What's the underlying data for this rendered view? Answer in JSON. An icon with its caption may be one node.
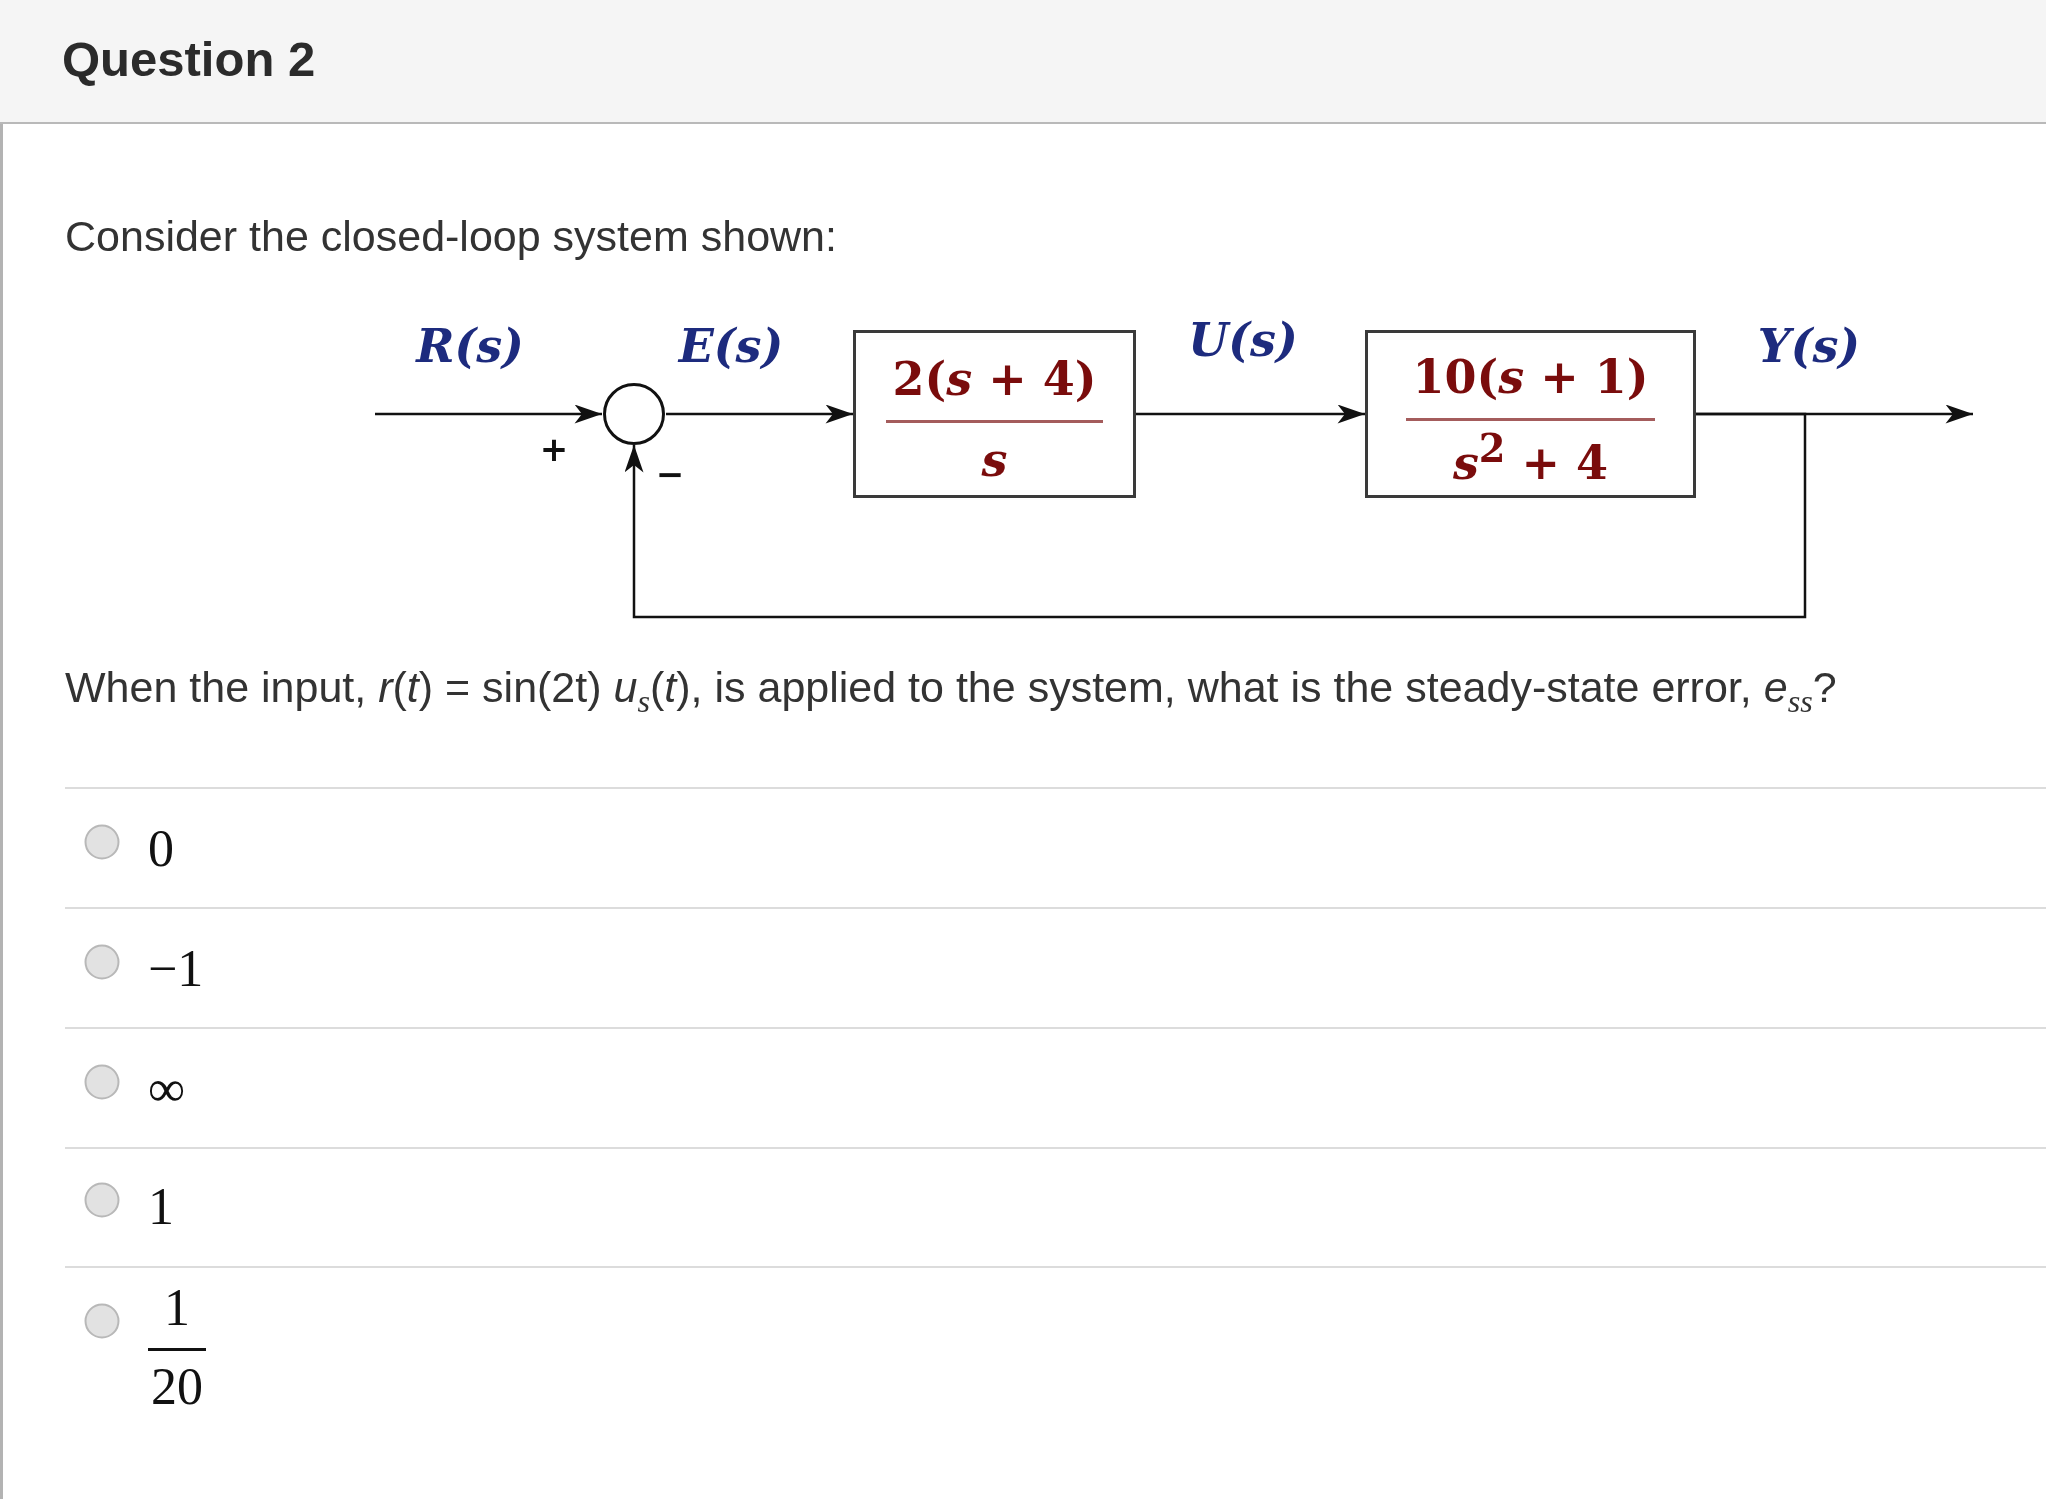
{
  "diagram": {
    "title": "Question 2",
    "nodes": [
      {
        "text": [],
        "shape": "circle"
      },
      {
        "text": [
          "2(*s* + 4)",
          "s"
        ]
      },
      {
        "text": [
          "10(*s* + 1)",
          "*s*$^{2}$ + 4"
        ]
      }
    ],
    "edges": [
      {
        "from": null,
        "to": 0,
        "arrow": "to",
        "label": "R(s)"
      },
      {
        "from": 0,
        "to": 1,
        "arrow": "to",
        "label": "E(s)"
      },
      {
        "from": 1,
        "to": 2,
        "arrow": "to",
        "label": "U(s)"
      },
      {
        "from": 2,
        "to": null,
        "arrow": "to",
        "label": "Y(s)"
      },
      {
        "from": 2,
        "to": 0,
        "arrow": "to"
      }
    ],
    "labels": [
      "Consider the closed-loop system shown:",
      "+",
      "−",
      "When the input, *r*(*t*) = sin(2t) *u*$_{s}$(*t*), is applied to the system, what is the steady-state error, *e*$_{ss}$?",
      "0",
      "−1",
      "∞",
      "1",
      "1",
      "20"
    ]
  }
}
